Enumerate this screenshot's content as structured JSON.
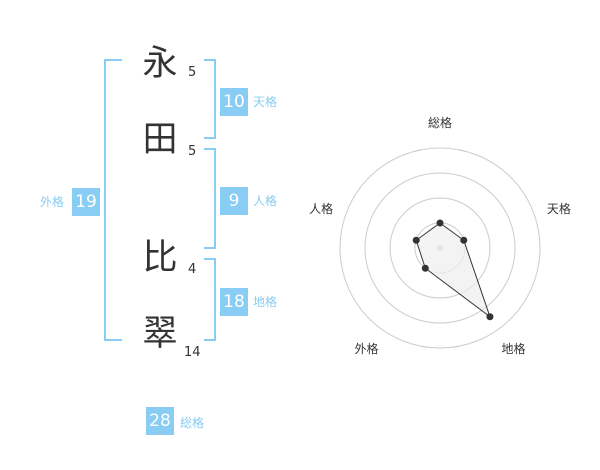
{
  "name": {
    "chars": [
      {
        "char": "永",
        "strokes": "5"
      },
      {
        "char": "田",
        "strokes": "5"
      },
      {
        "char": "比",
        "strokes": "4"
      },
      {
        "char": "翠",
        "strokes": "14"
      }
    ]
  },
  "kaku": {
    "tenkaku": {
      "value": "10",
      "label": "天格"
    },
    "jinkaku": {
      "value": "9",
      "label": "人格"
    },
    "chikaku": {
      "value": "18",
      "label": "地格"
    },
    "gaikaku": {
      "value": "19",
      "label": "外格"
    },
    "soukaku": {
      "value": "28",
      "label": "総格"
    }
  },
  "radar": {
    "axes": [
      "総格",
      "天格",
      "地格",
      "外格",
      "人格"
    ],
    "levels": 4,
    "max": 1,
    "values": [
      0.25,
      0.25,
      0.85,
      0.25,
      0.25
    ]
  },
  "colors": {
    "accent": "#89ccf4",
    "text": "#333333",
    "radar_ring": "#cccccc",
    "radar_fill": "#eeeeee",
    "radar_point": "#333333"
  }
}
